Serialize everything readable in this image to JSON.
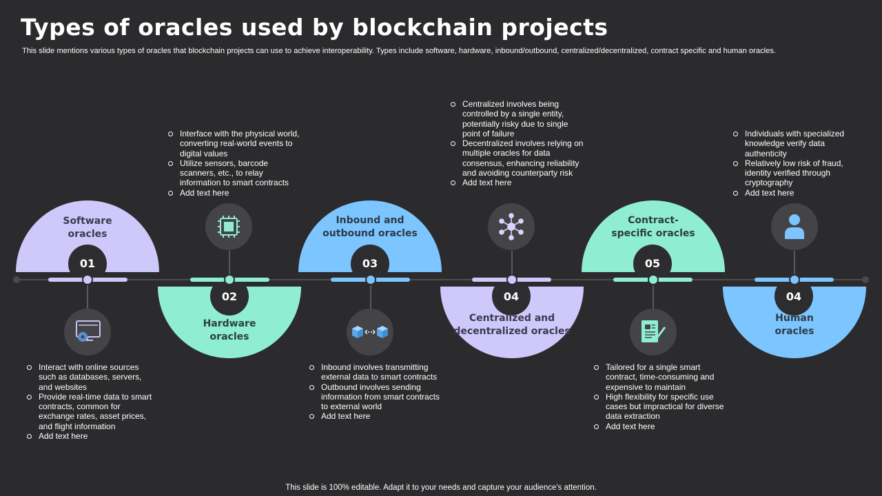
{
  "header": {
    "title": "Types of oracles used by blockchain projects",
    "subtitle": "This slide mentions various types of oracles that blockchain projects can use to achieve interoperability. Types include software, hardware, inbound/outbound, centralized/decentralized, contract specific and human oracles."
  },
  "footer": {
    "text": "This slide is 100% editable. Adapt it to your needs and capture your audience's attention."
  },
  "colors": {
    "background": "#2b2b2d",
    "lavender": "#cfc8fb",
    "mint": "#8feed2",
    "sky": "#7cc5ff",
    "icon_circle": "#444446",
    "number_circle": "#2d2d2f"
  },
  "oracles": [
    {
      "number": "01",
      "name_line1": "Software",
      "name_line2": "oracles",
      "icon": "monitor-gear-icon",
      "bullets": [
        "Interact with online sources such as databases, servers, and websites",
        "Provide real-time data to smart contracts, common for exchange rates, asset prices, and flight information",
        "Add text here"
      ]
    },
    {
      "number": "02",
      "name_line1": "Hardware",
      "name_line2": "oracles",
      "icon": "microchip-icon",
      "bullets": [
        "Interface with the physical world, converting real-world events to digital values",
        "Utilize sensors, barcode scanners, etc., to relay information to smart contracts",
        "Add text here"
      ]
    },
    {
      "number": "03",
      "name_line1": "Inbound and",
      "name_line2": "outbound oracles",
      "icon": "cube-exchange-icon",
      "bullets": [
        "Inbound involves transmitting external data to smart contracts",
        "Outbound involves sending information from smart contracts to external world",
        "Add text here"
      ]
    },
    {
      "number": "04",
      "name_line1": "Centralized and",
      "name_line2": "decentralized oracles",
      "icon": "network-hub-icon",
      "bullets": [
        "Centralized involves being controlled by a single entity, potentially risky due to single point of failure",
        "Decentralized involves relying on multiple oracles for data consensus, enhancing reliability and avoiding counterparty risk",
        "Add text here"
      ]
    },
    {
      "number": "05",
      "name_line1": "Contract-",
      "name_line2": "specific oracles",
      "icon": "contract-pen-icon",
      "bullets": [
        "Tailored for a single smart contract, time-consuming and expensive to maintain",
        "High flexibility for specific use cases but impractical for diverse data extraction",
        "Add text here"
      ]
    },
    {
      "number": "04",
      "name_line1": "Human",
      "name_line2": "oracles",
      "icon": "person-icon",
      "bullets": [
        "Individuals with specialized knowledge verify data authenticity",
        "Relatively low risk of fraud, identity verified through cryptography",
        "Add text here"
      ]
    }
  ]
}
